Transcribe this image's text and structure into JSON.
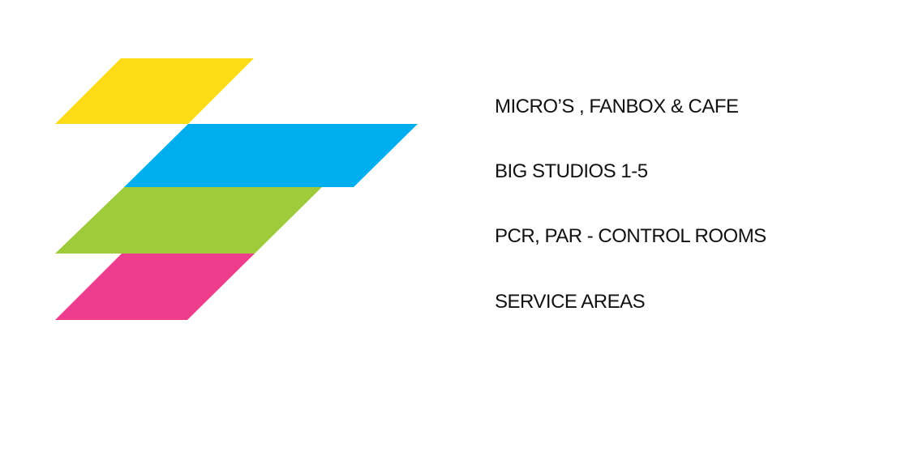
{
  "legend": {
    "items": [
      {
        "label": "MICRO’S , FANBOX & CAFE",
        "color": "#FCDB17"
      },
      {
        "label": "BIG STUDIOS 1-5",
        "color": "#00AEEF"
      },
      {
        "label": "PCR, PAR - CONTROL ROOMS",
        "color": "#9DCB3C"
      },
      {
        "label": "SERVICE AREAS",
        "color": "#EE3D8C"
      }
    ]
  }
}
